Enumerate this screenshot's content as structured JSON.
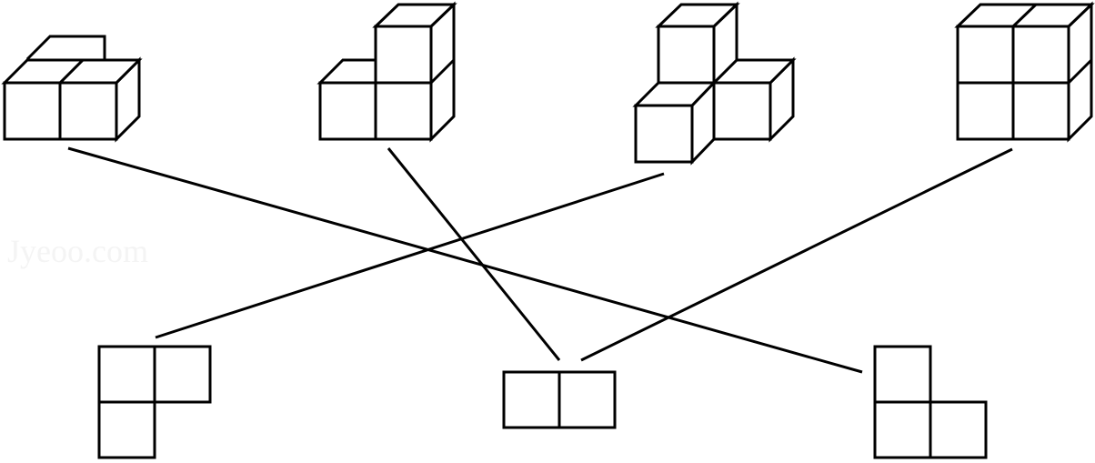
{
  "watermark": "Jyeoo.com",
  "solids": [
    {
      "id": "solid-1"
    },
    {
      "id": "solid-2"
    },
    {
      "id": "solid-3"
    },
    {
      "id": "solid-4"
    }
  ],
  "views": [
    {
      "id": "view-1"
    },
    {
      "id": "view-2"
    },
    {
      "id": "view-3"
    }
  ],
  "connections": [
    {
      "from": "solid-1",
      "to": "view-3"
    },
    {
      "from": "solid-2",
      "to": "view-2"
    },
    {
      "from": "solid-3",
      "to": "view-1"
    },
    {
      "from": "solid-4",
      "to": "view-2"
    }
  ]
}
